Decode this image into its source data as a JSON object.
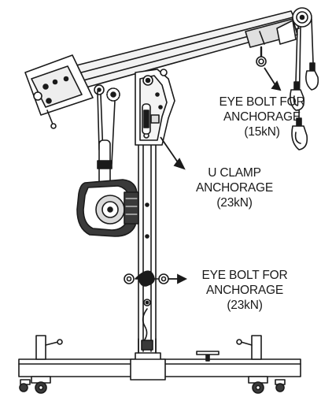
{
  "labels": {
    "eye_bolt_top": {
      "line1": "EYE BOLT FOR",
      "line2": "ANCHORAGE",
      "line3": "(15kN)"
    },
    "u_clamp": {
      "line1": "U CLAMP",
      "line2": "ANCHORAGE",
      "line3": "(23kN)"
    },
    "eye_bolt_bottom": {
      "line1": "EYE BOLT FOR",
      "line2": "ANCHORAGE",
      "line3": "(23kN)"
    }
  },
  "colors": {
    "line": "#1a1a1a",
    "fill_light": "#ffffff",
    "fill_mid": "#d9d9d9",
    "fill_dark": "#3a3a3a"
  }
}
